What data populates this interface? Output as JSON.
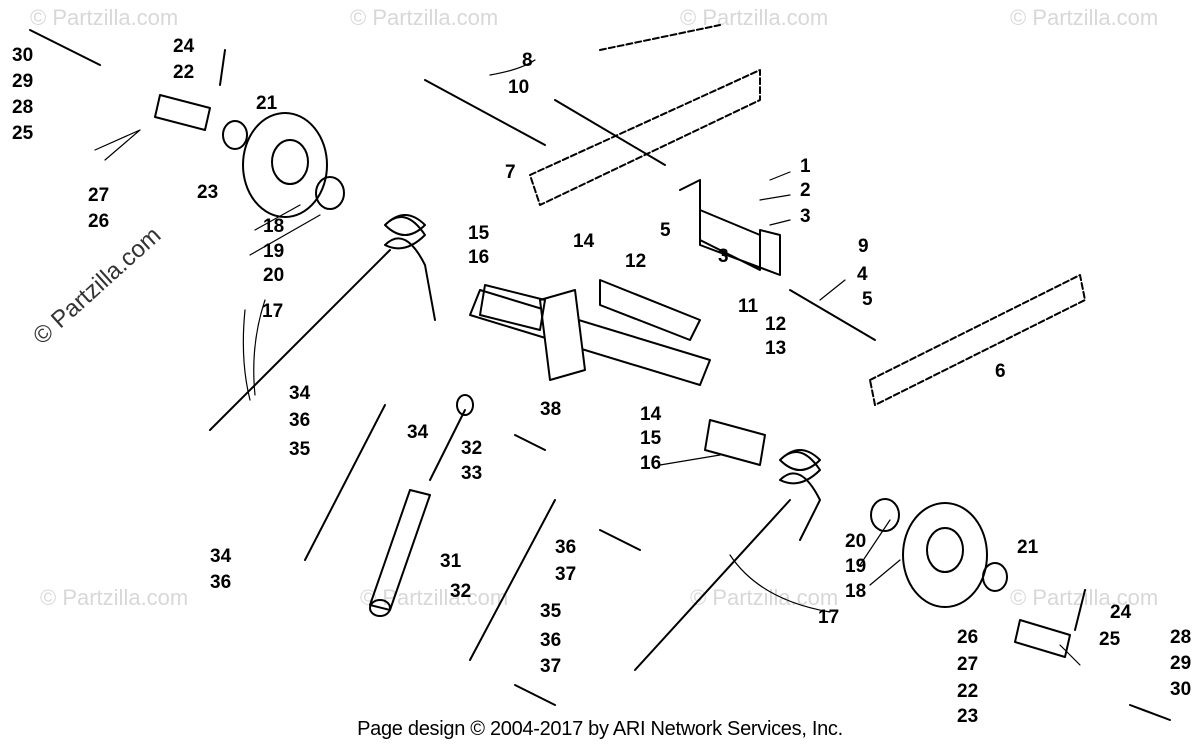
{
  "diagram": {
    "callouts": [
      "1",
      "2",
      "3",
      "3",
      "4",
      "5",
      "5",
      "6",
      "7",
      "8",
      "9",
      "10",
      "11",
      "12",
      "12",
      "13",
      "14",
      "14",
      "15",
      "15",
      "16",
      "16",
      "17",
      "17",
      "18",
      "18",
      "19",
      "19",
      "20",
      "20",
      "21",
      "21",
      "22",
      "22",
      "23",
      "23",
      "24",
      "24",
      "25",
      "25",
      "26",
      "26",
      "27",
      "27",
      "28",
      "28",
      "29",
      "29",
      "30",
      "30",
      "31",
      "32",
      "32",
      "33",
      "34",
      "34",
      "34",
      "35",
      "35",
      "36",
      "36",
      "36",
      "36",
      "37",
      "37",
      "38"
    ],
    "watermark_text": "© Partzilla.com",
    "credit": "Page design © 2004-2017 by ARI Network Services, Inc."
  },
  "colors": {
    "line": "#000000",
    "watermark": "#d8d8d8",
    "background": "#ffffff"
  }
}
